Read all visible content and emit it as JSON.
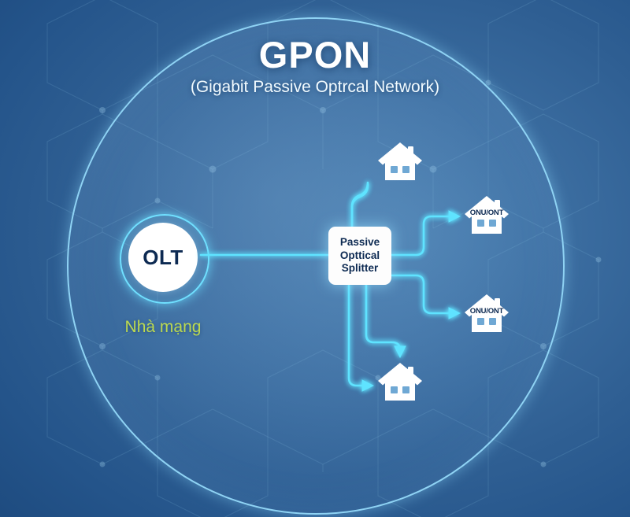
{
  "title": {
    "main": "GPON",
    "subtitle": "(Gigabit Passive Optrcal Network)"
  },
  "nodes": {
    "olt": {
      "label": "OLT",
      "caption": "Nhà mạng",
      "icon": "circle-node-icon"
    },
    "splitter": {
      "line1": "Passive",
      "line2": "Opttical",
      "line3": "Splitter"
    },
    "houses": [
      {
        "id": "house-top",
        "label": "",
        "icon": "house-icon"
      },
      {
        "id": "house-onu1",
        "label": "ONU/ONT",
        "icon": "house-icon"
      },
      {
        "id": "house-onu2",
        "label": "ONU/ONT",
        "icon": "house-icon"
      },
      {
        "id": "house-bottom",
        "label": "",
        "icon": "house-icon"
      }
    ]
  },
  "colors": {
    "background_deep": "#18406f",
    "background_light": "#4a7fb0",
    "circle_stroke": "#8fd3f4",
    "link_cyan": "#5fe3ff",
    "node_text": "#0d2a52",
    "caption_green": "#bcd94f",
    "title_white": "#ffffff",
    "house_fill": "#ffffff"
  }
}
